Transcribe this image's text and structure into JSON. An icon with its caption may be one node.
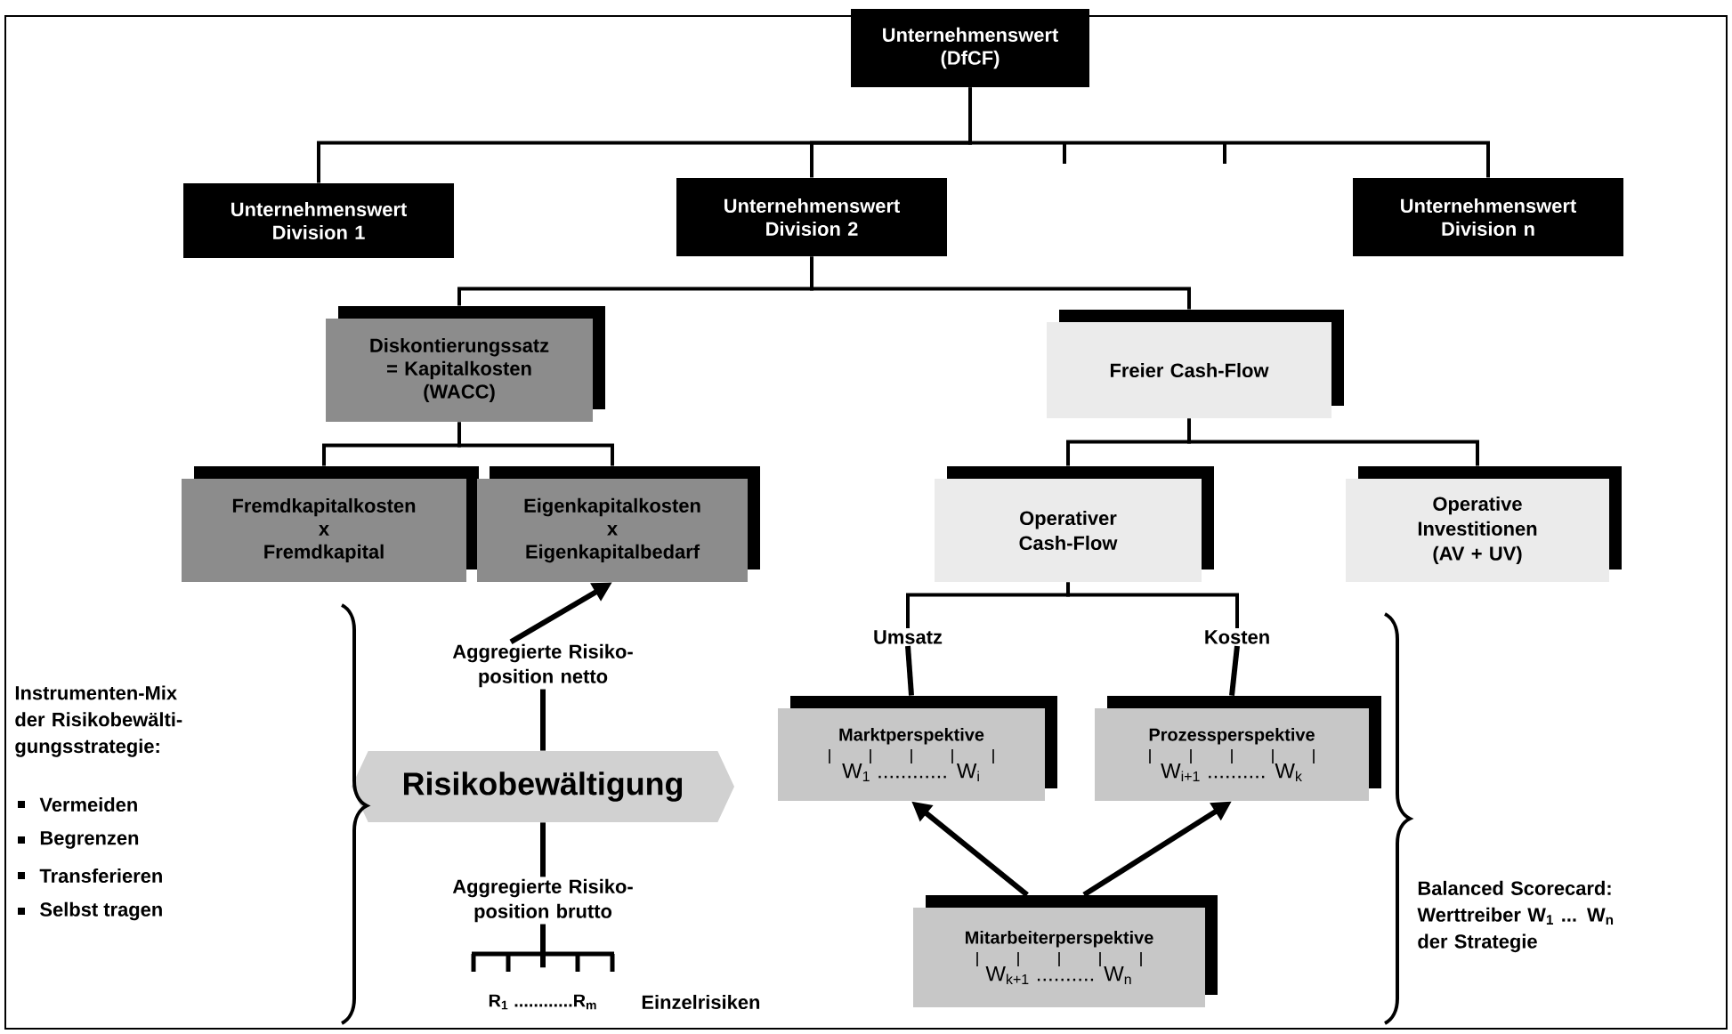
{
  "diagram": {
    "nodes": [
      {
        "text": [
          "Unternehmenswert (DfCF)"
        ]
      },
      {
        "text": [
          "Unternehmenswert Division 1"
        ]
      },
      {
        "text": [
          "Unternehmenswert Division 2"
        ]
      },
      {
        "text": [
          "Unternehmenswert Division n"
        ]
      },
      {
        "text": [
          "Diskontierungssatz = Kapitalkosten (WACC)"
        ]
      },
      {
        "text": [
          "Freier Cash-Flow"
        ]
      },
      {
        "text": [
          "Fremdkapitalkosten",
          "x",
          "Fremdkapital"
        ]
      },
      {
        "text": [
          "Eigenkapitalkosten",
          "x",
          "Eigenkapitalbedarf"
        ]
      },
      {
        "text": [
          "Operativer Cash-Flow"
        ]
      },
      {
        "text": [
          "Operative Investitionen (AV + UV)"
        ]
      },
      {
        "text": [
          "Umsatz"
        ]
      },
      {
        "text": [
          "Kosten"
        ]
      },
      {
        "text": [
          "Marktperspektive",
          "W$_{1}$ ............ W$_{i}$"
        ]
      },
      {
        "text": [
          "Prozessperspektive",
          "W$_{i+1}$ .......... W$_{k}$"
        ]
      },
      {
        "text": [
          "Mitarbeiterperspektive",
          "W$_{k+1}$ .......... W$_{n}$"
        ]
      },
      {
        "text": [
          "Aggregierte Risiko- position netto"
        ]
      },
      {
        "text": [
          "Risikobewältigung"
        ]
      },
      {
        "text": [
          "Aggregierte Risiko- position brutto"
        ]
      },
      {
        "text": [
          "R$_{1}$ ............R$_{m}$"
        ]
      }
    ],
    "edges": [
      {
        "from": 0,
        "to": 1,
        "arrow": "none"
      },
      {
        "from": 0,
        "to": 2,
        "arrow": "none"
      },
      {
        "from": 0,
        "to": 3,
        "arrow": "none"
      },
      {
        "from": 2,
        "to": 4,
        "arrow": "none"
      },
      {
        "from": 2,
        "to": 5,
        "arrow": "none"
      },
      {
        "from": 4,
        "to": 6,
        "arrow": "none"
      },
      {
        "from": 4,
        "to": 7,
        "arrow": "none"
      },
      {
        "from": 5,
        "to": 8,
        "arrow": "none"
      },
      {
        "from": 5,
        "to": 9,
        "arrow": "none"
      },
      {
        "from": 8,
        "to": 10,
        "arrow": "none"
      },
      {
        "from": 8,
        "to": 11,
        "arrow": "none"
      },
      {
        "from": 10,
        "to": 12,
        "arrow": "none"
      },
      {
        "from": 11,
        "to": 13,
        "arrow": "none"
      },
      {
        "from": 14,
        "to": 12,
        "arrow": "to"
      },
      {
        "from": 14,
        "to": 13,
        "arrow": "to"
      },
      {
        "from": 15,
        "to": 7,
        "arrow": "to"
      },
      {
        "from": 15,
        "to": 16,
        "arrow": "none"
      },
      {
        "from": 16,
        "to": 17,
        "arrow": "none"
      },
      {
        "from": 17,
        "to": 18,
        "arrow": "none"
      }
    ],
    "labels": [
      "Instrumenten-Mix der Risikobewälti- gungsstrategie:",
      "Vermeiden",
      "Begrenzen",
      "Transferieren",
      "Selbst tragen",
      "Einzelrisiken",
      "Balanced Scorecard: Werttreiber W$_{1}$ ... W$_{n}$ der Strategie"
    ]
  }
}
